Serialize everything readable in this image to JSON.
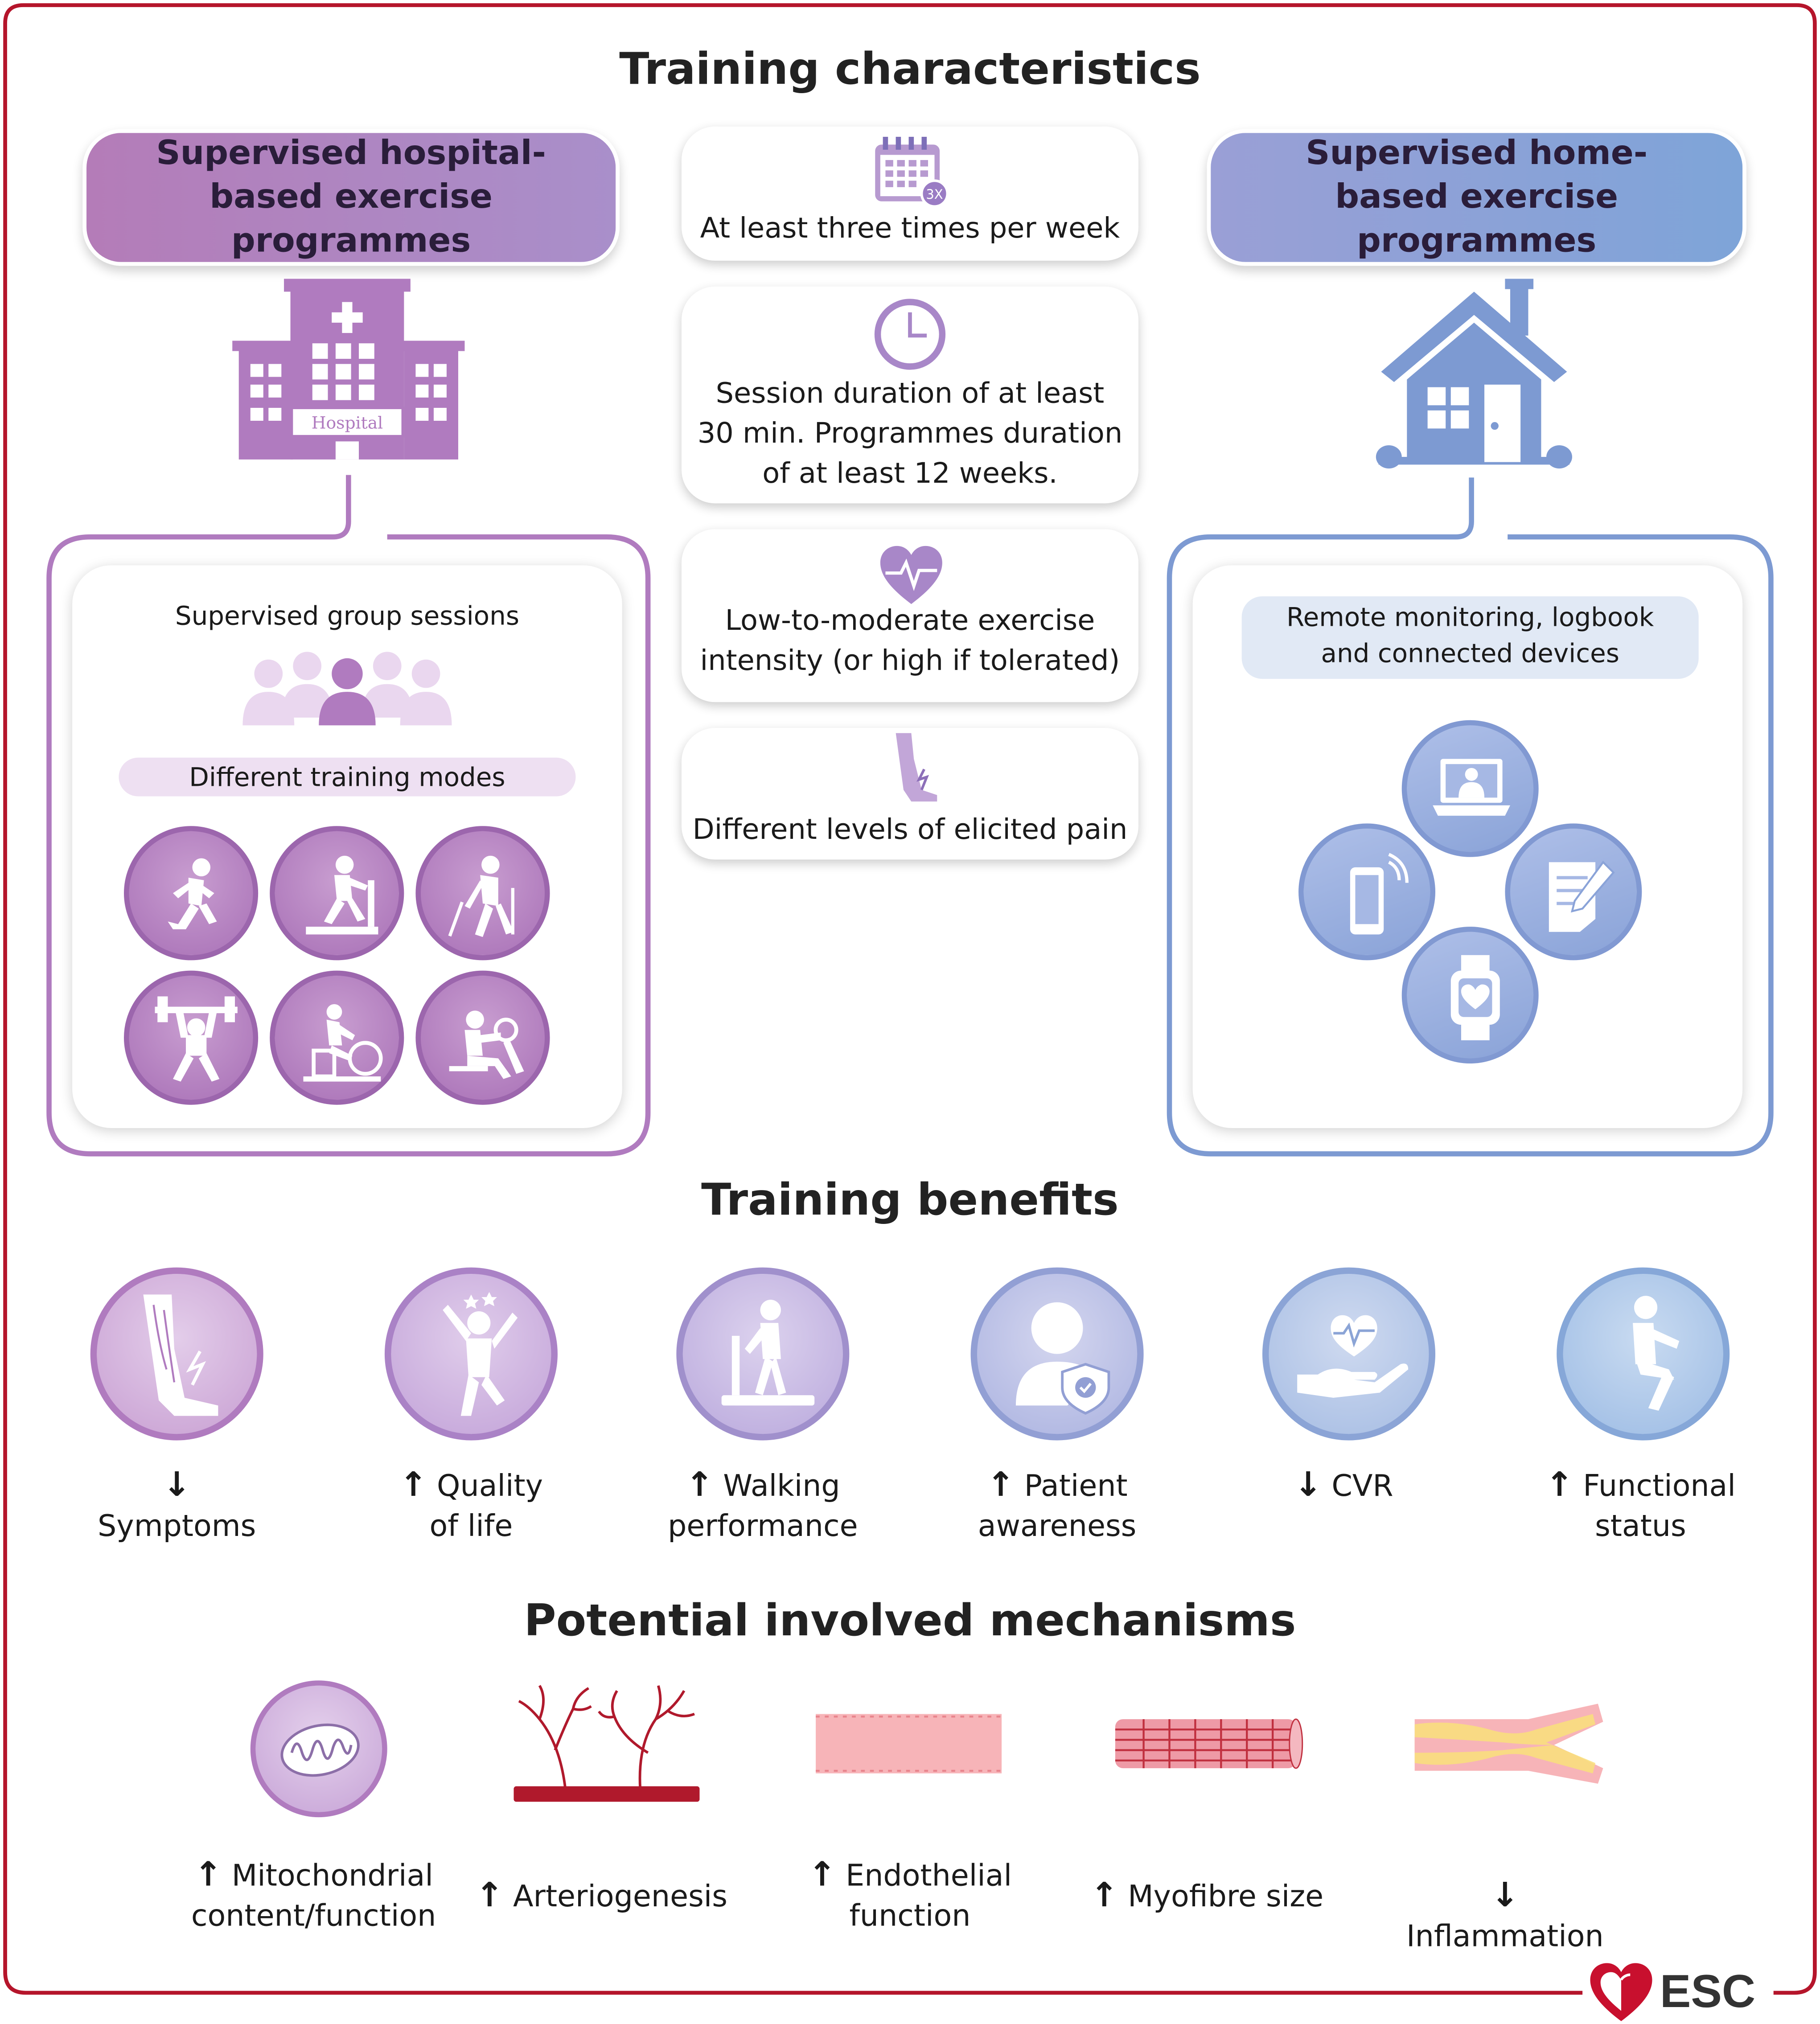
{
  "titles": {
    "characteristics": "Training characteristics",
    "benefits": "Training benefits",
    "mechanisms": "Potential involved mechanisms"
  },
  "hospital": {
    "heading": "Supervised hospital-based exercise programmes",
    "sign": "Hospital",
    "group_sessions": "Supervised group sessions",
    "training_modes": "Different training modes",
    "modes": [
      "running-icon",
      "treadmill-icon",
      "nordic-walking-icon",
      "weightlifting-icon",
      "cycle-ergometer-icon",
      "arm-ergometer-icon"
    ]
  },
  "home": {
    "heading": "Supervised home-based exercise programmes",
    "monitoring": "Remote monitoring, logbook and connected devices",
    "devices": [
      "laptop-doctor-icon",
      "smartphone-icon",
      "logbook-icon",
      "smartwatch-icon"
    ]
  },
  "characteristics": [
    {
      "icon": "calendar-3x-icon",
      "text": "At least three times per week",
      "badge": "3X"
    },
    {
      "icon": "clock-icon",
      "text": "Session duration of at least 30 min. Programmes duration of at least 12 weeks."
    },
    {
      "icon": "heart-pulse-icon",
      "text": "Low-to-moderate exercise intensity (or high if tolerated)"
    },
    {
      "icon": "painful-leg-icon",
      "text": "Different levels of elicited pain"
    }
  ],
  "benefits": [
    {
      "arrow": "↓",
      "label": "Symptoms"
    },
    {
      "arrow": "↑",
      "label": "Quality of life"
    },
    {
      "arrow": "↑",
      "label": "Walking performance"
    },
    {
      "arrow": "↑",
      "label": "Patient awareness"
    },
    {
      "arrow": "↓",
      "label": "CVR"
    },
    {
      "arrow": "↑",
      "label": "Functional status"
    }
  ],
  "mechanisms": [
    {
      "arrow": "↑",
      "label": "Mitochondrial content/function"
    },
    {
      "arrow": "↑",
      "label": "Arteriogenesis"
    },
    {
      "arrow": "↑",
      "label": "Endothelial function"
    },
    {
      "arrow": "↑",
      "label": "Myofibre size"
    },
    {
      "arrow": "↓",
      "label": "Inflammation"
    }
  ],
  "logo": {
    "text": "ESC"
  },
  "colors": {
    "frame": "#b5152b",
    "purple": "#a979b8",
    "purple_light": "#eee0f2",
    "blue": "#7d9ad2",
    "blue_light": "#e1e9f5"
  }
}
